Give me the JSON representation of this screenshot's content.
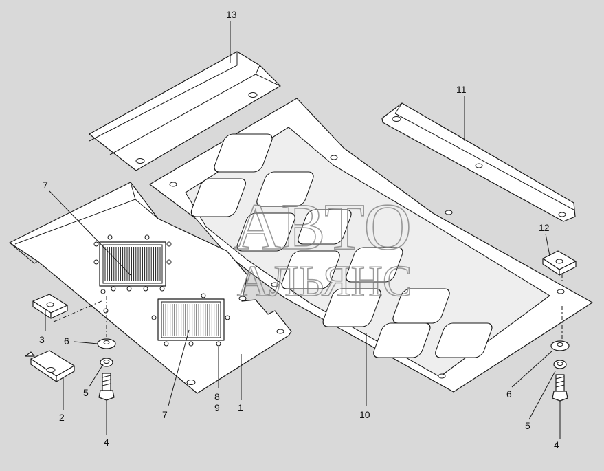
{
  "callouts": {
    "c1": "1",
    "c2": "2",
    "c3": "3",
    "c4_left": "4",
    "c4_right": "4",
    "c5_left": "5",
    "c5_right": "5",
    "c6_left": "6",
    "c6_right": "6",
    "c7_top": "7",
    "c7_bottom": "7",
    "c8": "8",
    "c9": "9",
    "c10": "10",
    "c11": "11",
    "c12": "12",
    "c13": "13"
  },
  "watermark": {
    "line1": "АВТО",
    "line2": "АЛЬЯНС"
  }
}
